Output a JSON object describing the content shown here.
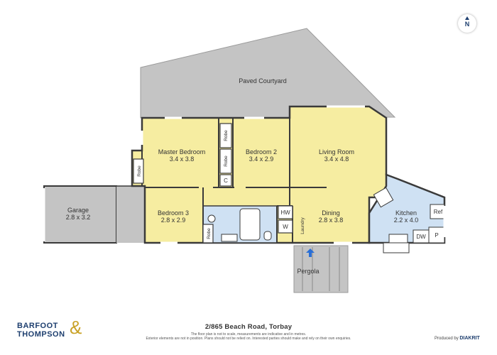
{
  "rooms": {
    "courtyard": {
      "name": "Paved Courtyard"
    },
    "master_bedroom": {
      "name": "Master Bedroom",
      "size": "3.4 x 3.8"
    },
    "bedroom2": {
      "name": "Bedroom 2",
      "size": "3.4 x 2.9"
    },
    "living": {
      "name": "Living Room",
      "size": "3.4 x 4.8"
    },
    "bedroom3": {
      "name": "Bedroom 3",
      "size": "2.8 x 2.9"
    },
    "dining": {
      "name": "Dining",
      "size": "2.8 x 3.8"
    },
    "kitchen": {
      "name": "Kitchen",
      "size": "2.2 x 4.0"
    },
    "garage": {
      "name": "Garage",
      "size": "2.8 x 3.2"
    },
    "pergola": {
      "name": "Pergola"
    }
  },
  "labels": {
    "robe": "Robe",
    "c": "C",
    "hw": "HW",
    "w": "W",
    "laundry": "Laundry",
    "ref": "Ref",
    "dw": "DW",
    "p": "P"
  },
  "footer": {
    "address": "2/865 Beach Road, Torbay",
    "disclaimer_1": "The floor plan is not to scale, measurements are indicative and in metres.",
    "disclaimer_2": "Exterior elements are not in position. Plans should not be relied on. Interested parties should make and rely on their own enquiries."
  },
  "branding": {
    "brand_line1": "BARFOOT",
    "brand_line2": "THOMPSON",
    "ampersand": "&",
    "produced_by": "Produced by",
    "producer": "DIAKRIT"
  },
  "compass": {
    "north": "N"
  },
  "colors": {
    "room_yellow": "#f6eda1",
    "outdoor_grey": "#c4c4c4",
    "wet_blue": "#cfe1f3",
    "entry_arrow": "#2a6fd6",
    "wall": "#3a3a3a"
  }
}
